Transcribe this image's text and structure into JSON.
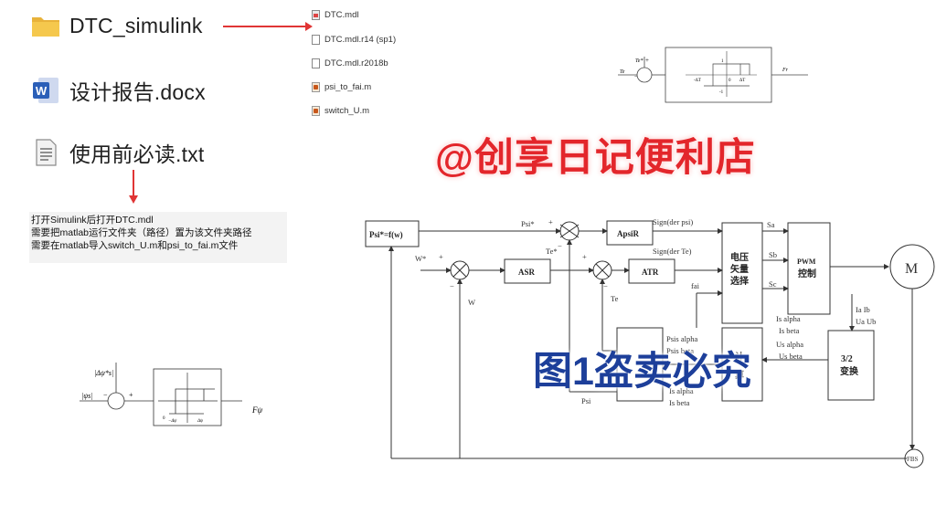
{
  "files": [
    {
      "name": "DTC_simulink",
      "icon": "folder-icon"
    },
    {
      "name": "设计报告.docx",
      "icon": "word-doc-icon"
    },
    {
      "name": "使用前必读.txt",
      "icon": "text-file-icon"
    }
  ],
  "subfiles": [
    {
      "name": "DTC.mdl",
      "icon": "simulink-model-icon"
    },
    {
      "name": "DTC.mdl.r14 (sp1)",
      "icon": "file-icon"
    },
    {
      "name": "DTC.mdl.r2018b",
      "icon": "file-icon"
    },
    {
      "name": "psi_to_fai.m",
      "icon": "matlab-script-icon"
    },
    {
      "name": "switch_U.m",
      "icon": "matlab-script-icon"
    }
  ],
  "note": {
    "line1": "打开Simulink后打开DTC.mdl",
    "line2": "需要把matlab运行文件夹（路径）置为该文件夹路径",
    "line3": "需要在matlab导入switch_U.m和psi_to_fai.m文件"
  },
  "watermark": "@创享日记便利店",
  "stamp": "图1盗卖必究",
  "hyst_top": {
    "in_label": "Te",
    "ref_label": "Te*",
    "plus": "+",
    "minus": "−",
    "level_pos": "1",
    "level_neg": "-1",
    "zero": "0",
    "dT_neg": "-ΔT",
    "dT_pos": "ΔT",
    "out": "Fr"
  },
  "hyst_bottom": {
    "ref_label": "|Δψ*s|",
    "in_label": "|ψs|",
    "minus": "−",
    "plus": "+",
    "zero": "0",
    "neg": "−Δψ",
    "pos": "Δψ",
    "out": "Fψ"
  },
  "block": {
    "psi_f": "Psi*=f(w)",
    "apsir": "ApsiR",
    "asr": "ASR",
    "atr": "ATR",
    "vsel_1": "电压",
    "vsel_2": "矢量",
    "vsel_3": "选择",
    "pwm_1": "PWM",
    "pwm_2": "控制",
    "motor": "M",
    "t32_1": "3/2",
    "t32_2": "变换",
    "calc_1": "计",
    "calc_2": "算",
    "fbs": "FBS"
  },
  "signals": {
    "psi_star": "Psi*",
    "plus": "+",
    "minus": "−",
    "sign_psi": "Sign(der psi)",
    "sign_te": "Sign(der Te)",
    "te_star": "Te*",
    "w_star": "W*",
    "w": "W",
    "te": "Te",
    "fai": "fai",
    "sa": "Sa",
    "sb": "Sb",
    "sc": "Sc",
    "ia_ib": "Ia Ib",
    "ua_ub": "Ua Ub",
    "is_alpha": "Is alpha",
    "is_beta": "Is beta",
    "us_alpha": "Us alpha",
    "us_beta": "Us beta",
    "psis_alpha": "Psis alpha",
    "psis_beta": "Psis beta",
    "psi": "Psi",
    "is_alpha2": "Is alpha",
    "is_beta2": "Is beta"
  },
  "colors": {
    "arrow_red": "#e03535",
    "watermark_red": "#e3262b",
    "stamp_blue": "#1d3f9a",
    "word_blue": "#2b5fb8",
    "folder_yellow": "#f2c24b"
  }
}
